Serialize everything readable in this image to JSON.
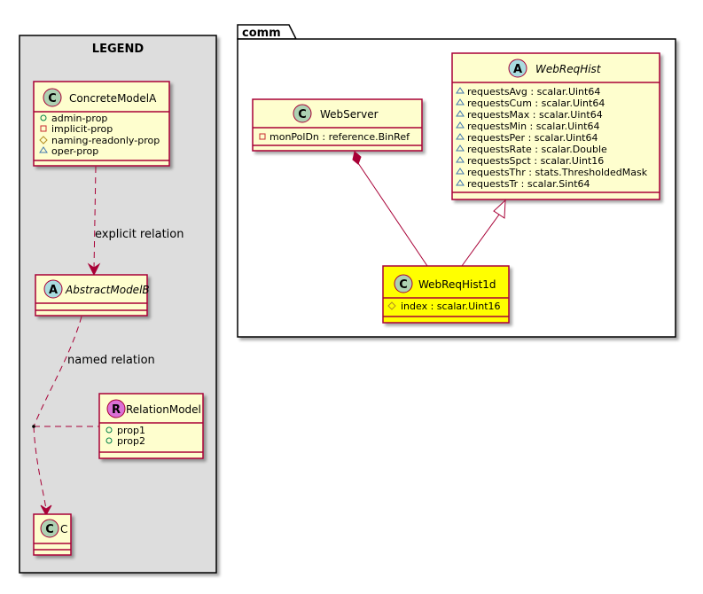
{
  "legend": {
    "title": "LEGEND",
    "concrete": {
      "name": "ConcreteModelA",
      "stereo": "C",
      "attrs": [
        {
          "vis": "public",
          "text": "admin-prop"
        },
        {
          "vis": "private",
          "text": "implicit-prop"
        },
        {
          "vis": "protected",
          "text": "naming-readonly-prop"
        },
        {
          "vis": "package",
          "text": "oper-prop"
        }
      ]
    },
    "abstract": {
      "name": "AbstractModelB",
      "stereo": "A"
    },
    "relation": {
      "name": "RelationModel",
      "stereo": "R",
      "attrs": [
        {
          "vis": "public",
          "text": "prop1"
        },
        {
          "vis": "public",
          "text": "prop2"
        }
      ]
    },
    "c": {
      "name": "C",
      "stereo": "C"
    },
    "edge_explicit": "explicit relation",
    "edge_named": "named relation"
  },
  "package": {
    "title": "comm",
    "webserver": {
      "name": "WebServer",
      "stereo": "C",
      "attrs": [
        {
          "vis": "private",
          "text": "monPolDn : reference.BinRef"
        }
      ]
    },
    "webreqhist": {
      "name": "WebReqHist",
      "stereo": "A",
      "attrs": [
        {
          "vis": "package",
          "text": "requestsAvg : scalar.Uint64"
        },
        {
          "vis": "package",
          "text": "requestsCum : scalar.Uint64"
        },
        {
          "vis": "package",
          "text": "requestsMax : scalar.Uint64"
        },
        {
          "vis": "package",
          "text": "requestsMin : scalar.Uint64"
        },
        {
          "vis": "package",
          "text": "requestsPer : scalar.Uint64"
        },
        {
          "vis": "package",
          "text": "requestsRate : scalar.Double"
        },
        {
          "vis": "package",
          "text": "requestsSpct : scalar.Uint16"
        },
        {
          "vis": "package",
          "text": "requestsThr : stats.ThresholdedMask"
        },
        {
          "vis": "package",
          "text": "requestsTr : scalar.Sint64"
        }
      ]
    },
    "webreqhist1d": {
      "name": "WebReqHist1d",
      "stereo": "C",
      "attrs": [
        {
          "vis": "protected",
          "text": "index : scalar.Uint16"
        }
      ]
    }
  },
  "colors": {
    "border": "#A80036",
    "class_fill": "#FEFECE",
    "highlight_fill": "#FFFF00",
    "legend_bg": "#DDDDDD",
    "circle_c": "#ADD1B2",
    "circle_a": "#A9DCDF",
    "circle_r": "#DA70D6"
  }
}
